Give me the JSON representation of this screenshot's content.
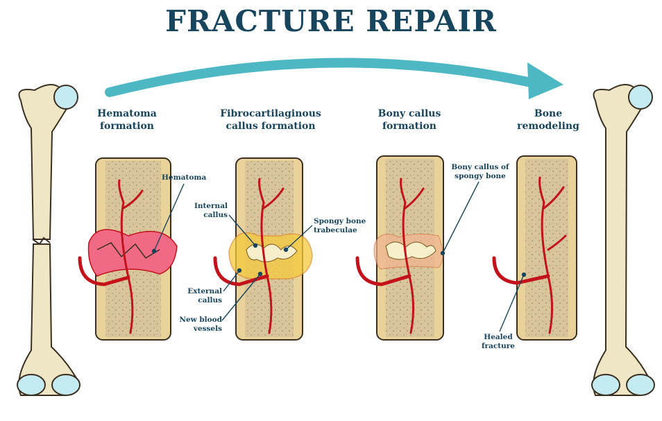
{
  "title": "FRACTURE REPAIR",
  "stages": [
    {
      "label_line1": "Hematoma",
      "label_line2": "formation"
    },
    {
      "label_line1": "Fibrocartilaginous",
      "label_line2": "callus formation"
    },
    {
      "label_line1": "Bony callus",
      "label_line2": "formation"
    },
    {
      "label_line1": "Bone",
      "label_line2": "remodeling"
    }
  ],
  "callouts": {
    "hematoma": "Hematoma",
    "internal_callus_1": "Internal",
    "internal_callus_2": "callus",
    "external_callus_1": "External",
    "external_callus_2": "callus",
    "new_vessels_1": "New blood",
    "new_vessels_2": "vessels",
    "spongy_trabeculae_1": "Spongy bone",
    "spongy_trabeculae_2": "trabeculae",
    "bony_callus_1": "Bony callus of",
    "bony_callus_2": "spongy bone",
    "healed_1": "Healed",
    "healed_2": "fracture"
  },
  "colors": {
    "title": "#17455e",
    "arrow": "#4db8c4",
    "bone": "#efe6c5",
    "bone_outline": "#3a2f20",
    "joint": "#c4eaf2",
    "periosteum": "#e9d29a",
    "marrow": "#d9c7a0",
    "vessel": "#c4121b",
    "hematoma": "#f06a86",
    "callus_yellow": "#f5c93c"
  }
}
